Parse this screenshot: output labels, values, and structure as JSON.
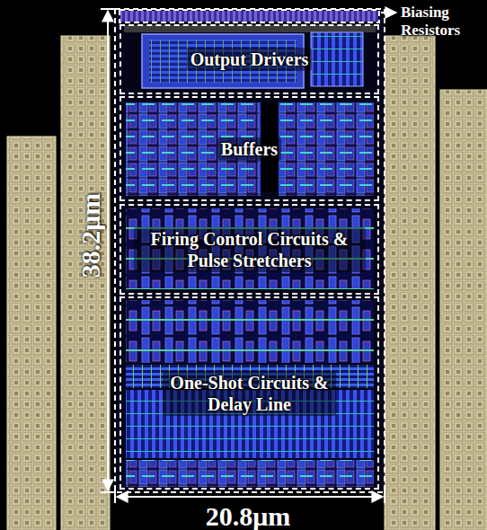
{
  "diagram": {
    "nodes": [
      {
        "text": [
          "Output Drivers"
        ]
      },
      {
        "text": [
          "Buffers"
        ]
      },
      {
        "text": [
          "Firing Control Circuits & Pulse Stretchers"
        ]
      },
      {
        "text": [
          "One-Shot Circuits & Delay Line"
        ]
      }
    ],
    "labels": [
      "Biasing Resistors",
      "38.2μm",
      "20.8μm"
    ]
  }
}
